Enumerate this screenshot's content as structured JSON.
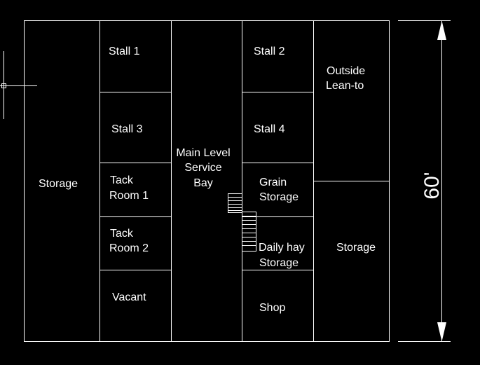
{
  "plan": {
    "rooms": {
      "storage_left": "Storage",
      "stall1": "Stall 1",
      "stall3": "Stall 3",
      "tack1_l1": "Tack",
      "tack1_l2": "Room 1",
      "tack2_l1": "Tack",
      "tack2_l2": "Room 2",
      "vacant": "Vacant",
      "bay_l1": "Main Level",
      "bay_l2": "Service",
      "bay_l3": "Bay",
      "stall2": "Stall 2",
      "stall4": "Stall 4",
      "grain_l1": "Grain",
      "grain_l2": "Storage",
      "hay_l1": "Daily hay",
      "hay_l2": "Storage",
      "shop": "Shop",
      "leanto_l1": "Outside",
      "leanto_l2": "Lean-to",
      "storage_right": "Storage"
    },
    "dimension_label": "60'"
  },
  "colors": {
    "background": "#000000",
    "lines": "#ffffff"
  }
}
